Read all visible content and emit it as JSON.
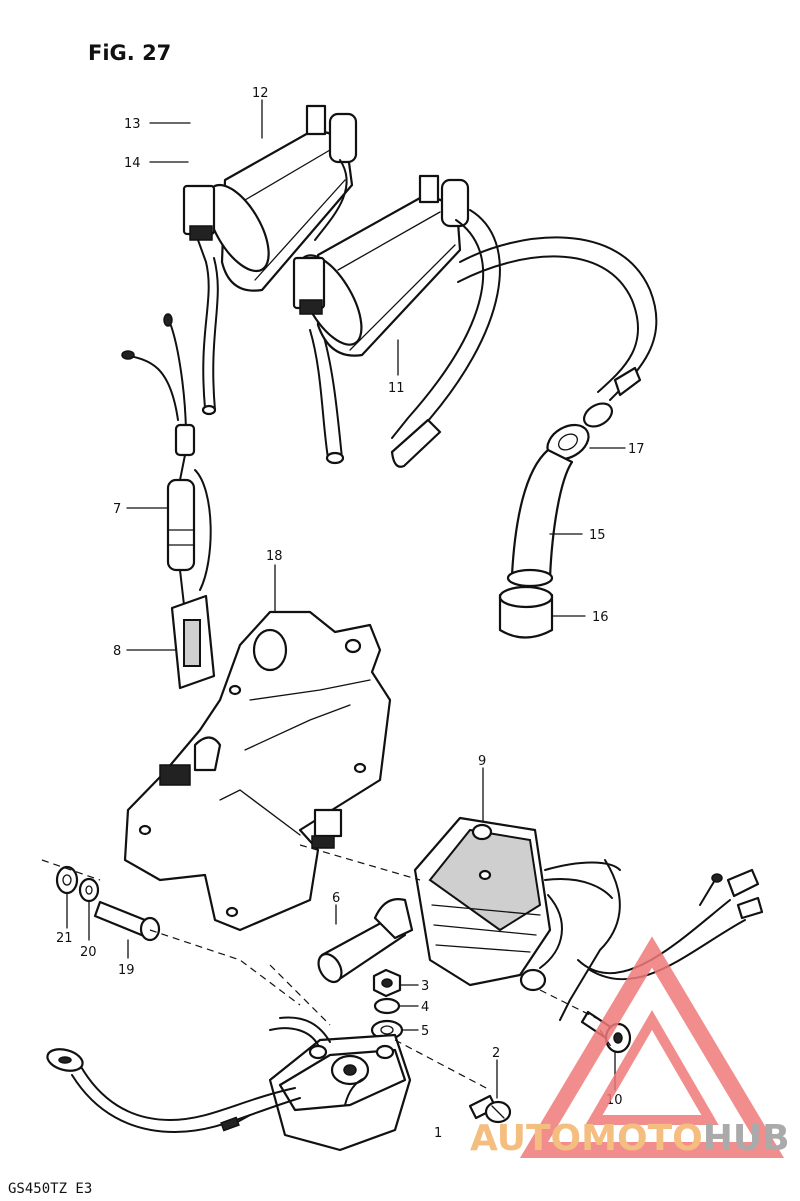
{
  "figure": {
    "title": "FiG. 27",
    "model_code": "GS450TZ E3"
  },
  "parts": {
    "p1": "1",
    "p2": "2",
    "p3": "3",
    "p4": "4",
    "p5": "5",
    "p6": "6",
    "p7": "7",
    "p8": "8",
    "p9": "9",
    "p10": "10",
    "p11": "11",
    "p12": "12",
    "p13": "13",
    "p14": "14",
    "p15": "15",
    "p16": "16",
    "p17": "17",
    "p18": "18",
    "p19": "19",
    "p20": "20",
    "p21": "21"
  },
  "watermark": {
    "auto": "AUTO",
    "moto": "MOTO",
    "hub": "HUB",
    "triangle_color": "#f07a7a",
    "text_color": "#f2b36a",
    "hub_color": "#9c9c9c"
  }
}
